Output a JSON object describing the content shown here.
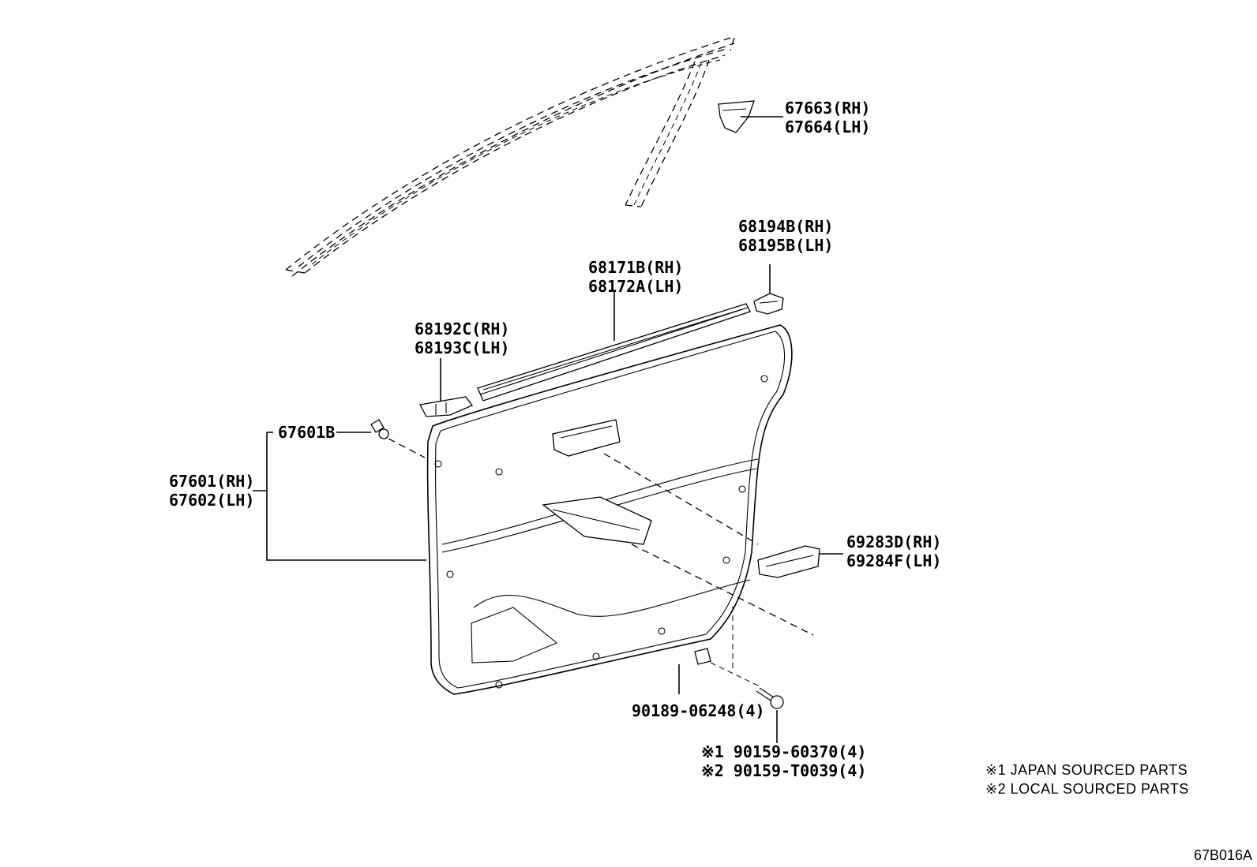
{
  "labels": {
    "p67663": "67663(RH)",
    "p67664": "67664(LH)",
    "p68194b": "68194B(RH)",
    "p68195b": "68195B(LH)",
    "p68171b": "68171B(RH)",
    "p68172a": "68172A(LH)",
    "p68192c": "68192C(RH)",
    "p68193c": "68193C(LH)",
    "p67601b": "67601B",
    "p67601": "67601(RH)",
    "p67602": "67602(LH)",
    "p69283d": "69283D(RH)",
    "p69284f": "69284F(LH)",
    "p90189": "90189-06248(4)",
    "p90159a": "※1 90159-60370(4)",
    "p90159b": "※2 90159-T0039(4)"
  },
  "notes": {
    "n1": "※1  JAPAN SOURCED PARTS",
    "n2": "※2  LOCAL SOURCED PARTS"
  },
  "diagram_ref": "67B016A"
}
